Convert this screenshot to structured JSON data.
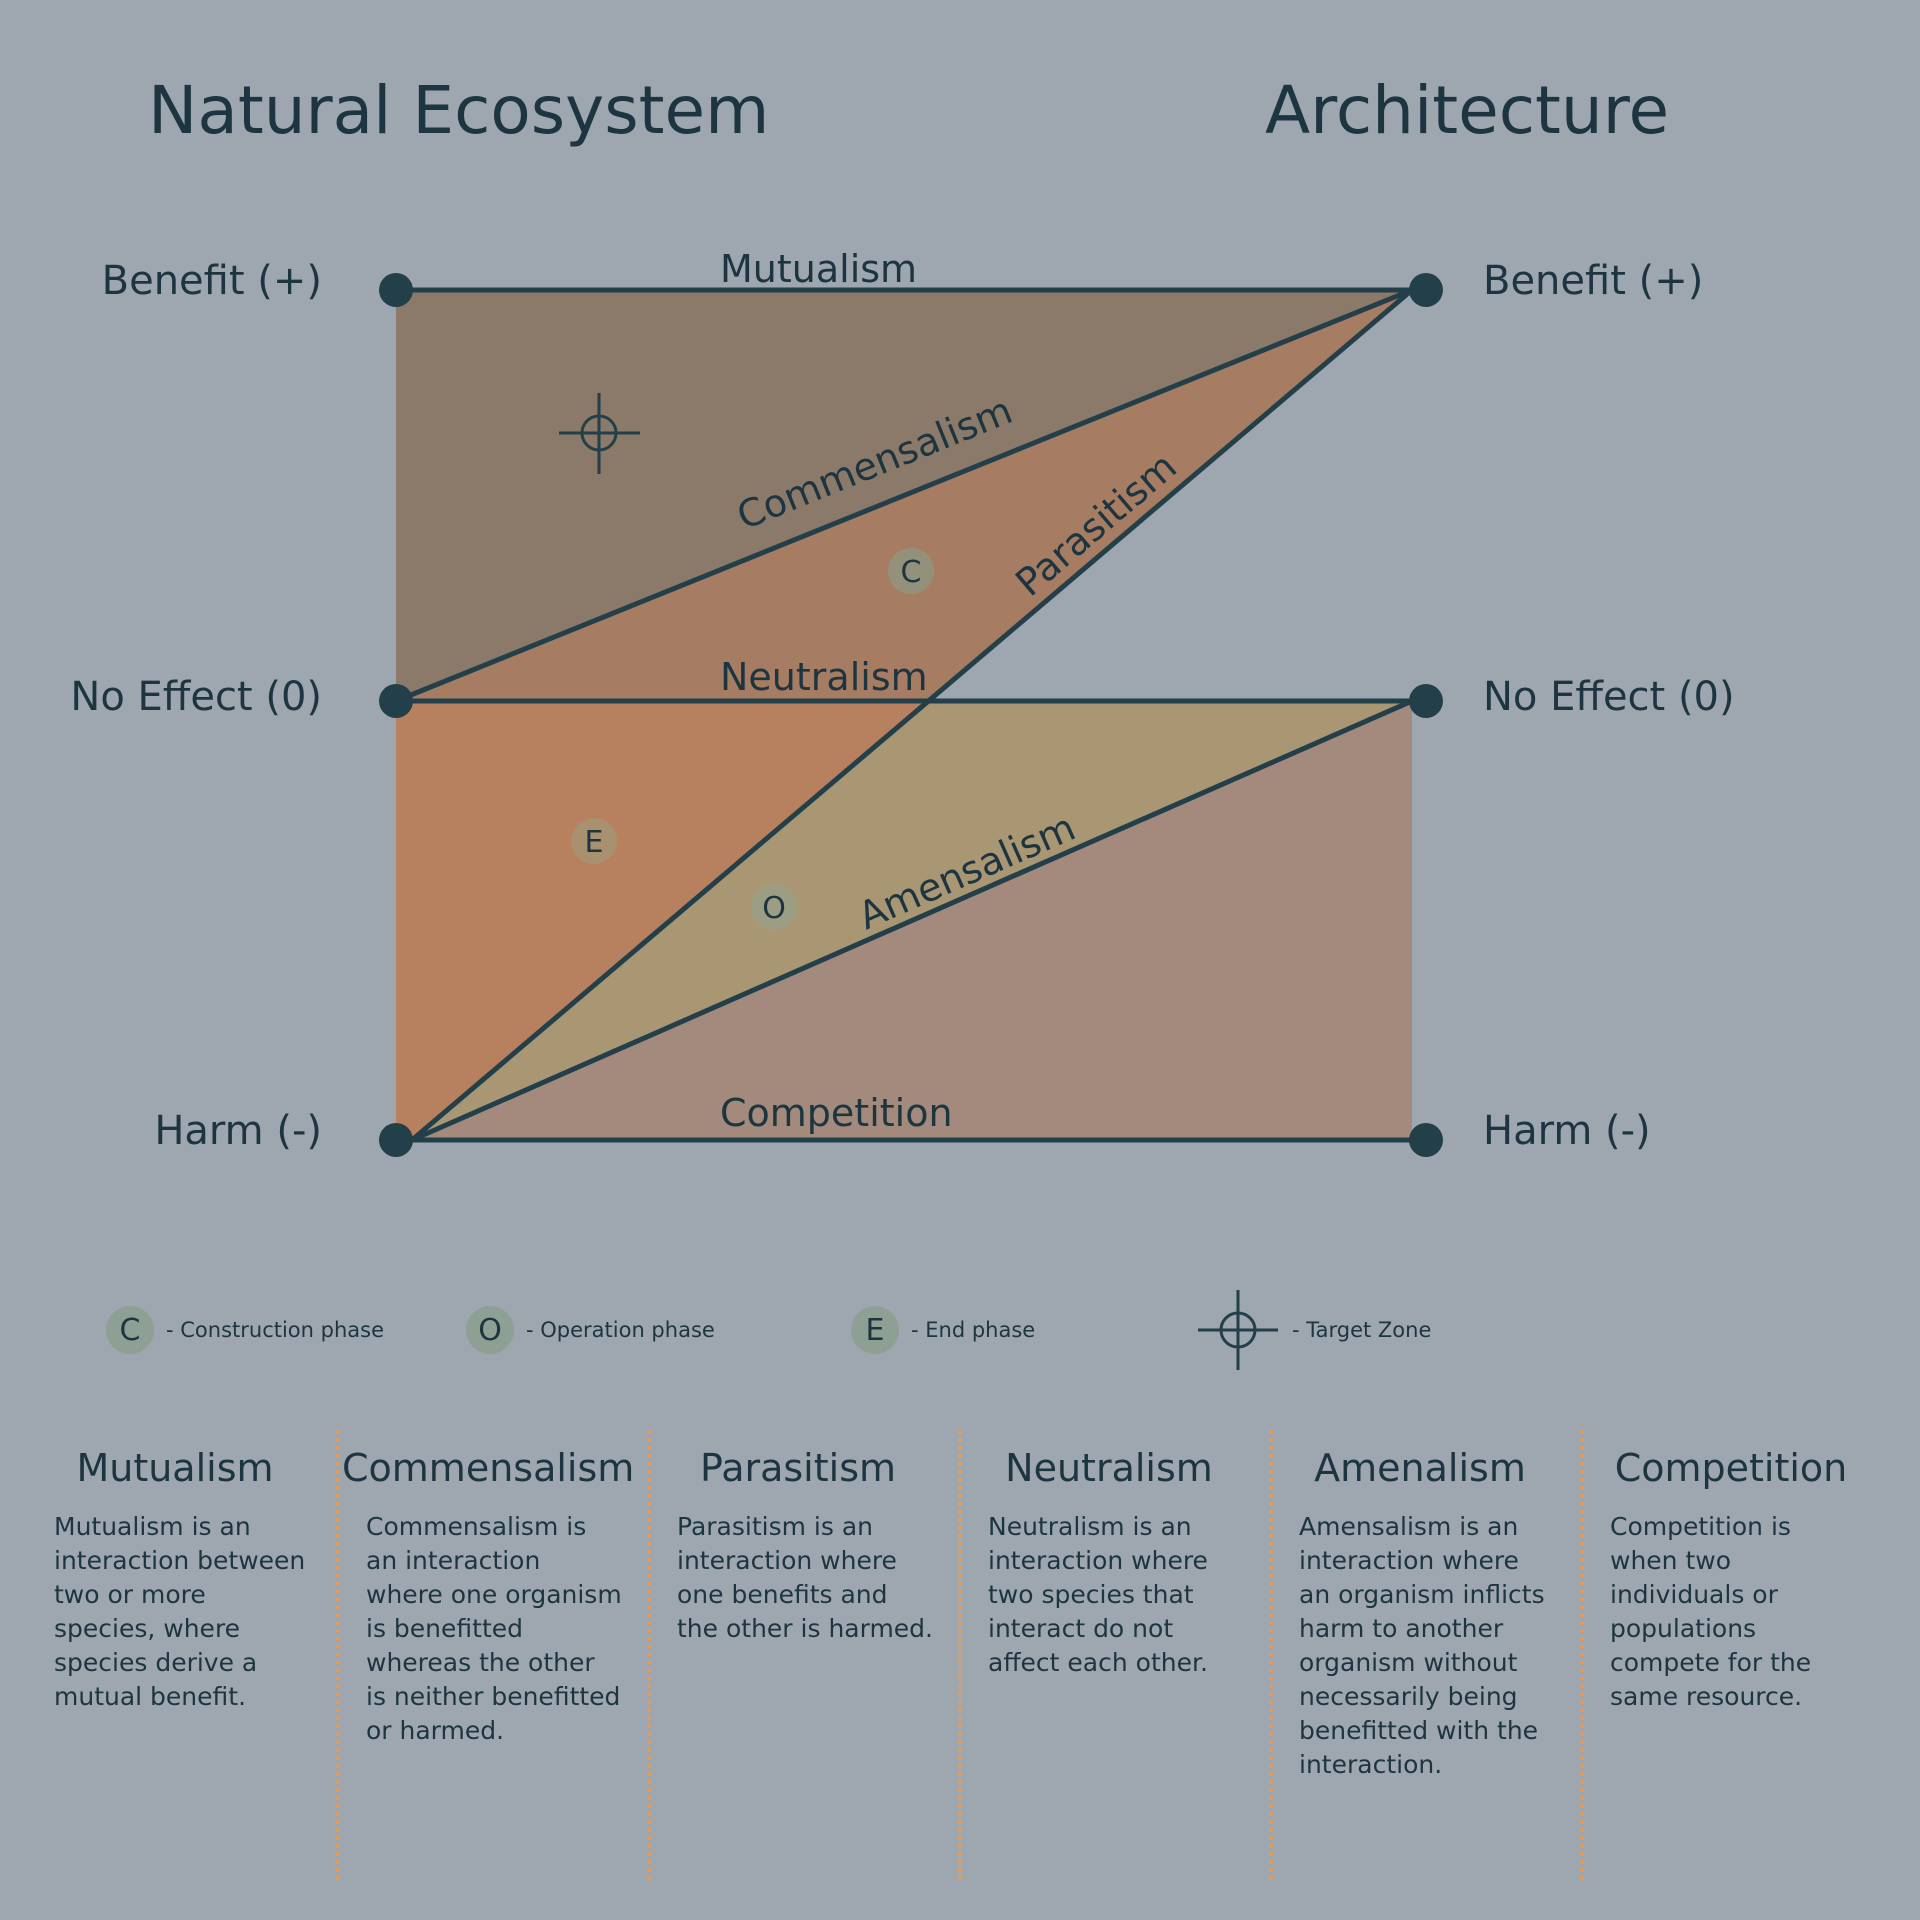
{
  "titles": {
    "left": "Natural Ecosystem",
    "right": "Architecture"
  },
  "levels": {
    "benefit": "Benefit (+)",
    "no_effect": "No Effect (0)",
    "harm": "Harm (-)"
  },
  "relations": {
    "mutualism": "Mutualism",
    "commensalism": "Commensalism",
    "parasitism": "Parasitism",
    "neutralism": "Neutralism",
    "amensalism": "Amensalism",
    "competition": "Competition"
  },
  "markers": {
    "construction": "C",
    "operation": "O",
    "end": "E"
  },
  "legend": {
    "construction": {
      "symbol": "C",
      "text": "- Construction phase"
    },
    "operation": {
      "symbol": "O",
      "text": "- Operation phase"
    },
    "end": {
      "symbol": "E",
      "text": "- End phase"
    },
    "target": {
      "icon": "crosshair-icon",
      "text": "- Target Zone"
    }
  },
  "definitions": [
    {
      "title": "Mutualism",
      "text": "Mutualism is an interaction between two or more species, where species derive a mutual benefit."
    },
    {
      "title": "Commensalism",
      "text": "Commensalism is an interaction where one organism is benefitted whereas the other is neither benefitted or harmed."
    },
    {
      "title": "Parasitism",
      "text": "Parasitism is an interaction where one benefits and the other is harmed."
    },
    {
      "title": "Neutralism",
      "text": "Neutralism is an interaction where two species that interact do not affect each other."
    },
    {
      "title": "Amenalism",
      "text": "Amensalism is an interaction where an organism inflicts harm to another organism without necessarily being benefitted with the interaction."
    },
    {
      "title": "Competition",
      "text": "Competition is when two individuals or populations compete for the same resource."
    }
  ],
  "colors": {
    "background": "#9ea7b0",
    "line": "#233f4a",
    "mutualism_zone": "#8b7a69",
    "commensalism_zone": "#a67c63",
    "end_zone": "#b7805f",
    "amensalism_zone": "#a99774",
    "competition_zone": "#a38a7c",
    "divider": "#e99a52"
  }
}
